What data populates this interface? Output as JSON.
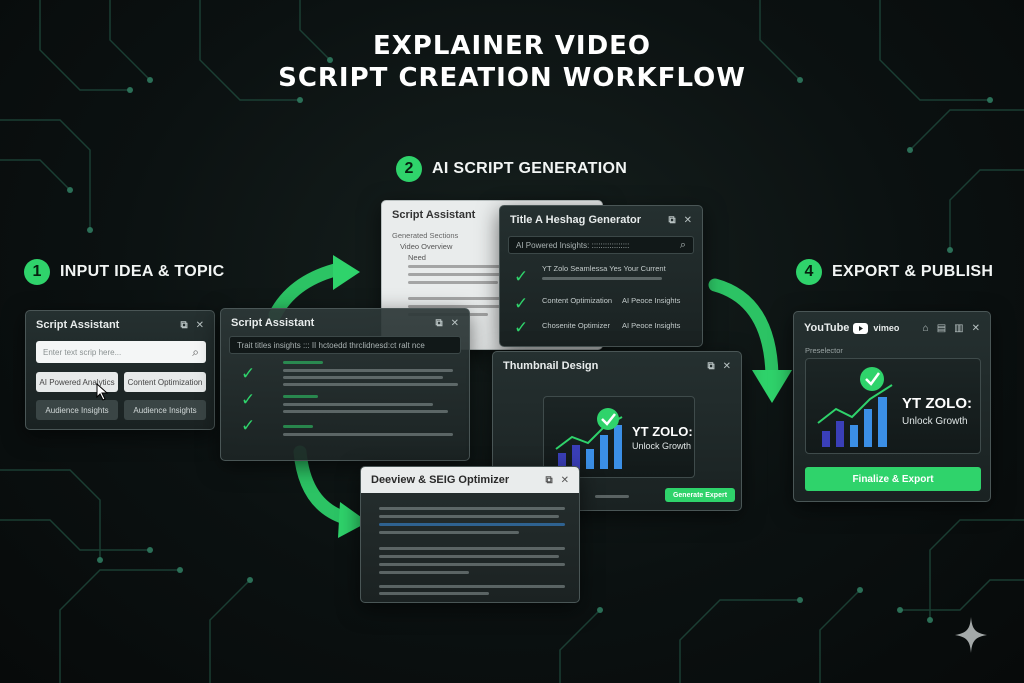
{
  "title": {
    "line1": "EXPLAINER VIDEO",
    "line2": "SCRIPT CREATION WORKFLOW"
  },
  "steps": [
    {
      "num": "1",
      "label": "INPUT IDEA & TOPIC"
    },
    {
      "num": "2",
      "label": "AI SCRIPT GENERATION"
    },
    {
      "num": "4",
      "label": "EXPORT & PUBLISH"
    }
  ],
  "input_window": {
    "title": "Script Assistant",
    "search_placeholder": "Enter text scrip here...",
    "chips": [
      "AI Powered Analytics",
      "Content Optimization",
      "Audience Insights",
      "Audience Insights"
    ]
  },
  "script_light": {
    "title": "Script Assistant",
    "lines": [
      "Generated Sections",
      "Video Overview",
      "Need"
    ]
  },
  "script_dark": {
    "title": "Script Assistant",
    "search_text": "Trait titles insights ::: II hctoedd thrclidnesd:ct ralt nce"
  },
  "title_gen": {
    "title": "Title A Heshag Generator",
    "search_text": "AI Powered Insights: :::::::::::::::::",
    "rows": [
      {
        "a": "YT Zolo  Seamlessa Yes Your Current",
        "b": ""
      },
      {
        "a": "Content Optimization",
        "b": "AI Peoce Insights"
      },
      {
        "a": "Chosenite Optimizer",
        "b": "AI Peoce Insights"
      }
    ]
  },
  "thumb": {
    "title": "Thumbnail Design",
    "headline": "YT ZOLO:",
    "sub": "Unlock Growth",
    "button": "Generate Expert"
  },
  "review": {
    "title": "Deeview & SEIG Optimizer"
  },
  "export_win": {
    "youtube": "YouTube",
    "vimeo": "vimeo",
    "section_label": "Preselector",
    "headline": "YT ZOLO:",
    "sub": "Unlock Growth",
    "button": "Finalize & Export"
  },
  "colors": {
    "accent": "#2fd36b",
    "bar_dark": "#3a3fb8",
    "bar_light": "#3b8fe6"
  },
  "icons": [
    "search-icon",
    "close-icon",
    "window-icon",
    "check-icon",
    "cursor-icon",
    "youtube-icon",
    "home-icon",
    "document-icon",
    "sparkle-icon"
  ]
}
